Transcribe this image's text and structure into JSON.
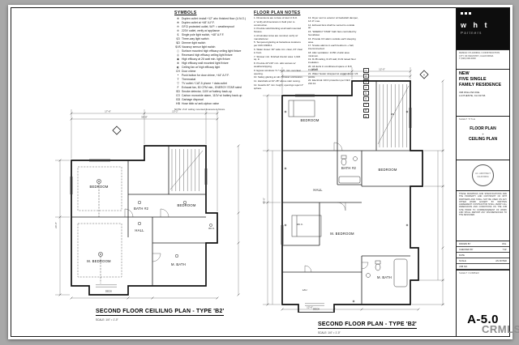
{
  "sheet": {
    "watermark": "CRMLS"
  },
  "legend": {
    "title": "SYMBOLS",
    "items": [
      {
        "sym": "⊕",
        "text": "Duplex outlet: install +12\" abv. finished floor (U.N.O.)"
      },
      {
        "sym": "⊕",
        "text": "Duplex outlet at +48\" A.F.F."
      },
      {
        "sym": "⊖",
        "text": "GFCI protected outlet, W.P. = weatherproof"
      },
      {
        "sym": "⊘",
        "text": "220V outlet, verify w/ appliance"
      },
      {
        "sym": "$",
        "text": "Single pole light switch, +48\" A.F.F."
      },
      {
        "sym": "$3",
        "text": "Three-way light switch"
      },
      {
        "sym": "$D",
        "text": "Dimmer light switch"
      },
      {
        "sym": "$VS",
        "text": "Vacancy sensor light switch"
      },
      {
        "sym": "○",
        "text": "Surface mounted high efficacy ceiling light fixture"
      },
      {
        "sym": "◎",
        "text": "Recessed high efficacy ceiling light fixture"
      },
      {
        "sym": "◉",
        "text": "High efficacy at 26 watt min. light fixture"
      },
      {
        "sym": "⊗",
        "text": "High efficacy wall mounted light fixture"
      },
      {
        "sym": "◐",
        "text": "Ceiling fan w/ high efficacy light"
      },
      {
        "sym": "CH",
        "text": "Door chime"
      },
      {
        "sym": "•",
        "text": "Push button for door chime, +44\" A.F.F."
      },
      {
        "sym": "T",
        "text": "Thermostat"
      },
      {
        "sym": "▽",
        "text": "TV outlet / CAT-5 phone + data outlet"
      },
      {
        "sym": "F",
        "text": "Exhaust fan, 50 CFM min., ENERGY STAR rated"
      },
      {
        "sym": "SD",
        "text": "Smoke detector, 110V w/ battery back-up"
      },
      {
        "sym": "CO",
        "text": "Carbon monoxide alarm, 110V w/ battery back-up"
      },
      {
        "sym": "GD",
        "text": "Garbage disposal"
      },
      {
        "sym": "HB",
        "text": "Hose bibb w/ anti-siphon valve"
      }
    ],
    "footnote": "NOTE: 2'x4' ceiling mounted fluorescent fixture"
  },
  "notes": {
    "title": "FLOOR PLAN NOTES",
    "col1": [
      "1. Dimensions are to face of stud U.N.O.",
      "2. Verify all dimensions in field prior to construction.",
      "3. Provide solid blocking at all wall mounted fixtures.",
      "4. All window sizes are nominal; verify w/ manufacturer.",
      "5. Tempered glazing at hazardous locations per CRC R308.4.",
      "6. Water closet: 30\" wide min. clear, 24\" clear in front.",
      "7. Shower min. finished interior area: 1,024 sq. in.",
      "8. Provide 22\"x30\" min. attic access w/ weatherstripping.",
      "9. Egress windows: 5.7 sq. ft. min. net clear opening.",
      "10. Safety glazing at tub / shower enclosures.",
      "11. Handrails at 34\"-38\" above stair nosing.",
      "12. Guards 42\" min. height; openings reject 4\" sphere."
    ],
    "col2": [
      "13. Dryer vent to exterior w/ backdraft damper, 14'-0\" max.",
      "14. Exhaust fans shall be vented to outside air.",
      "15. \"ENERGY STAR\" bath fans controlled by humidistat.",
      "16. Provide CO alarm outside each sleeping area.",
      "17. Smoke alarms in each bedroom + hall, interconnected.",
      "18. Attic ventilation: 1/150 of attic area minimum.",
      "19. R-38 ceiling, R-15 wall, R-19 raised floor insulation.",
      "20. All ducts in conditioned space or R-8 insulated.",
      "21. Water heater strapped at upper / lower 1/3 points.",
      "22. Electrical: AFCI protection per CEC 210.12."
    ]
  },
  "keynotes": [
    "1",
    "2",
    "3",
    "4",
    "5",
    "6",
    "7",
    "8",
    "9"
  ],
  "plans": [
    {
      "title": "SECOND FLOOR CEILILNG PLAN - TYPE 'B2'",
      "scale": "SCALE: 1/4\" = 1'-0\"",
      "rooms": [
        "BEDROOM",
        "BATH #2",
        "BEDROOM",
        "HALL",
        "M. BEDROOM",
        "M. BATH",
        "W.I.C.",
        "DECK"
      ],
      "dims": [
        "17'-6\"",
        "13'-2\"",
        "30'-8\"",
        "24'-6\""
      ]
    },
    {
      "title": "SECOND FLOOR PLAN - TYPE 'B2'",
      "scale": "SCALE: 1/4\" = 1'-0\"",
      "rooms": [
        "BEDROOM",
        "BATH #2",
        "BEDROOM",
        "HALL",
        "M. BEDROOM",
        "W.I.C.",
        "M. BATH",
        "LAU.",
        "DECK"
      ],
      "dims": [
        "14'-4\"",
        "12'-0\"",
        "26'-4\"",
        "43'-6\"",
        "12'-6\""
      ],
      "stair_label": "DN",
      "grid_label": "A"
    }
  ],
  "titleblock": {
    "logo_main": "w h t",
    "logo_sub": "Partners",
    "firm_lines": [
      "DESIGN / PLANNING / CONSTRUCTION",
      "CITY OF INDUSTRY, CALIFORNIA",
      "T (626) 000-0000"
    ],
    "project_lines": [
      "NEW",
      "FIVE SINGLE",
      "FAMILY RESIDENCE"
    ],
    "address_lines": [
      "338 WILLOW AVE.",
      "LA PUENTE, CA 91746"
    ],
    "sheet_title_label": "SHEET TITLE",
    "sheet_title_lines": [
      "FLOOR PLAN",
      "+",
      "CEILING PLAN"
    ],
    "stamp_lines": [
      "LIC. ARCHITECT",
      "CALIFORNIA"
    ],
    "disclaimer": "THESE DRAWINGS AND SPECIFICATIONS ARE THE PROPERTY AND COPYRIGHT OF WHT PARTNERS AND SHALL NOT BE USED ON ANY OTHER WORK EXCEPT BY WRITTEN AGREEMENT. CONTRACTOR SHALL VERIFY ALL DIMENSIONS AND CONDITIONS ON THE JOB SITE PRIOR TO COMMENCEMENT OF WORK AND SHALL REPORT ANY DISCREPANCIES TO THE DESIGNER.",
    "meta_rows": [
      {
        "label": "DRAWN BY",
        "value": "W.H."
      },
      {
        "label": "CHECKED BY",
        "value": "T.W."
      },
      {
        "label": "DATE",
        "value": ""
      },
      {
        "label": "SCALE",
        "value": "AS NOTED"
      },
      {
        "label": "JOB NO.",
        "value": ""
      }
    ],
    "sheet_number_label": "SHEET NUMBER",
    "sheet_number": "A-5.0"
  }
}
